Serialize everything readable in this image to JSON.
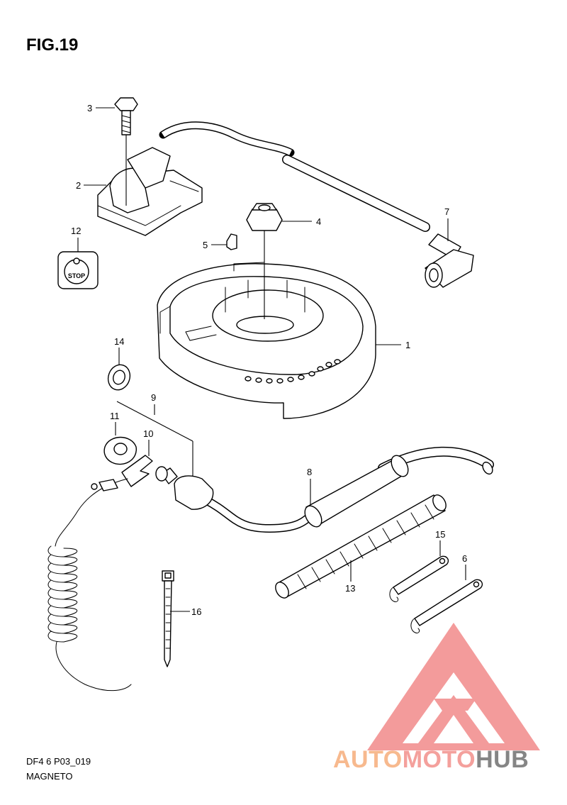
{
  "figure": {
    "title": "FIG.19",
    "code": "DF4 6 P03_019",
    "section": "MAGNETO"
  },
  "parts": {
    "p1": "1",
    "p2": "2",
    "p3": "3",
    "p4": "4",
    "p5": "5",
    "p6": "6",
    "p7": "7",
    "p8": "8",
    "p9": "9",
    "p10": "10",
    "p11": "11",
    "p12": "12",
    "p13": "13",
    "p14": "14",
    "p15": "15",
    "p16": "16"
  },
  "stop_switch_label": "STOP",
  "watermark": {
    "part1": "AUTO",
    "part2": "MOTO",
    "part3": "HUB",
    "colors": {
      "auto": "#f7b98e",
      "moto": "#f4a09c",
      "hub": "#858585",
      "logo": "#f28a8a"
    }
  }
}
